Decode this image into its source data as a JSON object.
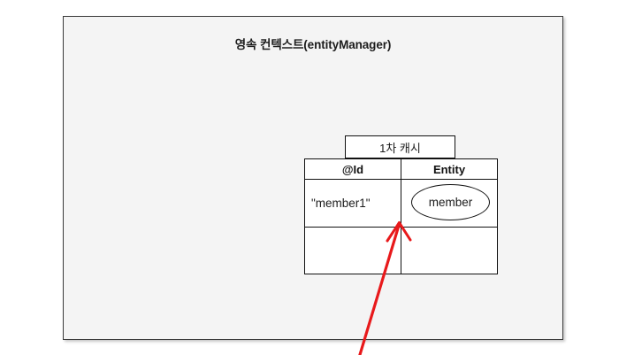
{
  "slide": {
    "title": "영속 컨텍스트(entityManager)",
    "background_color": "#f4f4f4",
    "border_color": "#3a3a3a",
    "page_background": "#ffffff"
  },
  "cache": {
    "tab_label": "1차 캐시",
    "columns": [
      {
        "key": "id",
        "header": "@Id"
      },
      {
        "key": "entity",
        "header": "Entity"
      }
    ],
    "rows": [
      {
        "id": "\"member1\"",
        "entity": "member",
        "entity_shape": "ellipse"
      },
      {
        "id": "",
        "entity": "",
        "entity_shape": "none"
      }
    ]
  },
  "annotation": {
    "arrow_color": "#e8191b",
    "arrow_name": "red-pointer-arrow",
    "points_to": "Entity column boundary of first cache row"
  }
}
